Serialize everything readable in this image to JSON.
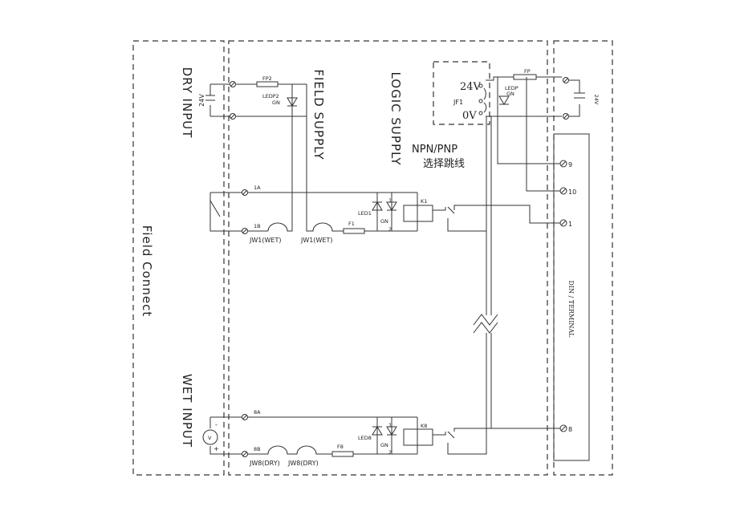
{
  "zones": {
    "field_connect": "Field Connect",
    "dry_input": "DRY INPUT",
    "field_supply": "FIELD SUPPLY",
    "logic_supply": "LOGIC SUPPLY",
    "wet_input": "WET INPUT",
    "npn_pnp": "NPN/PNP",
    "jumper_select": "选择跳线",
    "din_terminal": "DIN / TERMINAL"
  },
  "dry_supply": {
    "voltage": "24V",
    "fuse": "FP2",
    "led_line1": "LEDP2",
    "led_line2": "GN"
  },
  "logic_supply": {
    "voltage_top": "24V",
    "jumper": "JF1",
    "voltage_bottom": "0V",
    "fuse": "FP",
    "led_line1": "LEDP",
    "led_line2": "GN",
    "supply_voltage": "24V"
  },
  "channel1": {
    "term_a": "1A",
    "term_b": "1B",
    "jumper_field": "JW1(WET)",
    "jumper_supply": "JW1(WET)",
    "fuse": "F1",
    "led": "LED1",
    "led_color": "GN",
    "relay": "K1",
    "pin1": "1",
    "pin2": "2"
  },
  "channel8": {
    "term_a": "8A",
    "term_b": "8B",
    "jumper_dry1": "JW8(DRY)",
    "jumper_dry2": "JW8(DRY)",
    "fuse": "F8",
    "led": "LED8",
    "led_color": "GN",
    "relay": "K8",
    "pin1": "1",
    "pin2": "2",
    "source_plus": "+",
    "source_minus": "-",
    "source_symbol": "V"
  },
  "din_terminals": [
    "9",
    "10",
    "1",
    "8"
  ],
  "colors": {
    "line": "#333333",
    "text": "#222222",
    "background": "#ffffff"
  }
}
